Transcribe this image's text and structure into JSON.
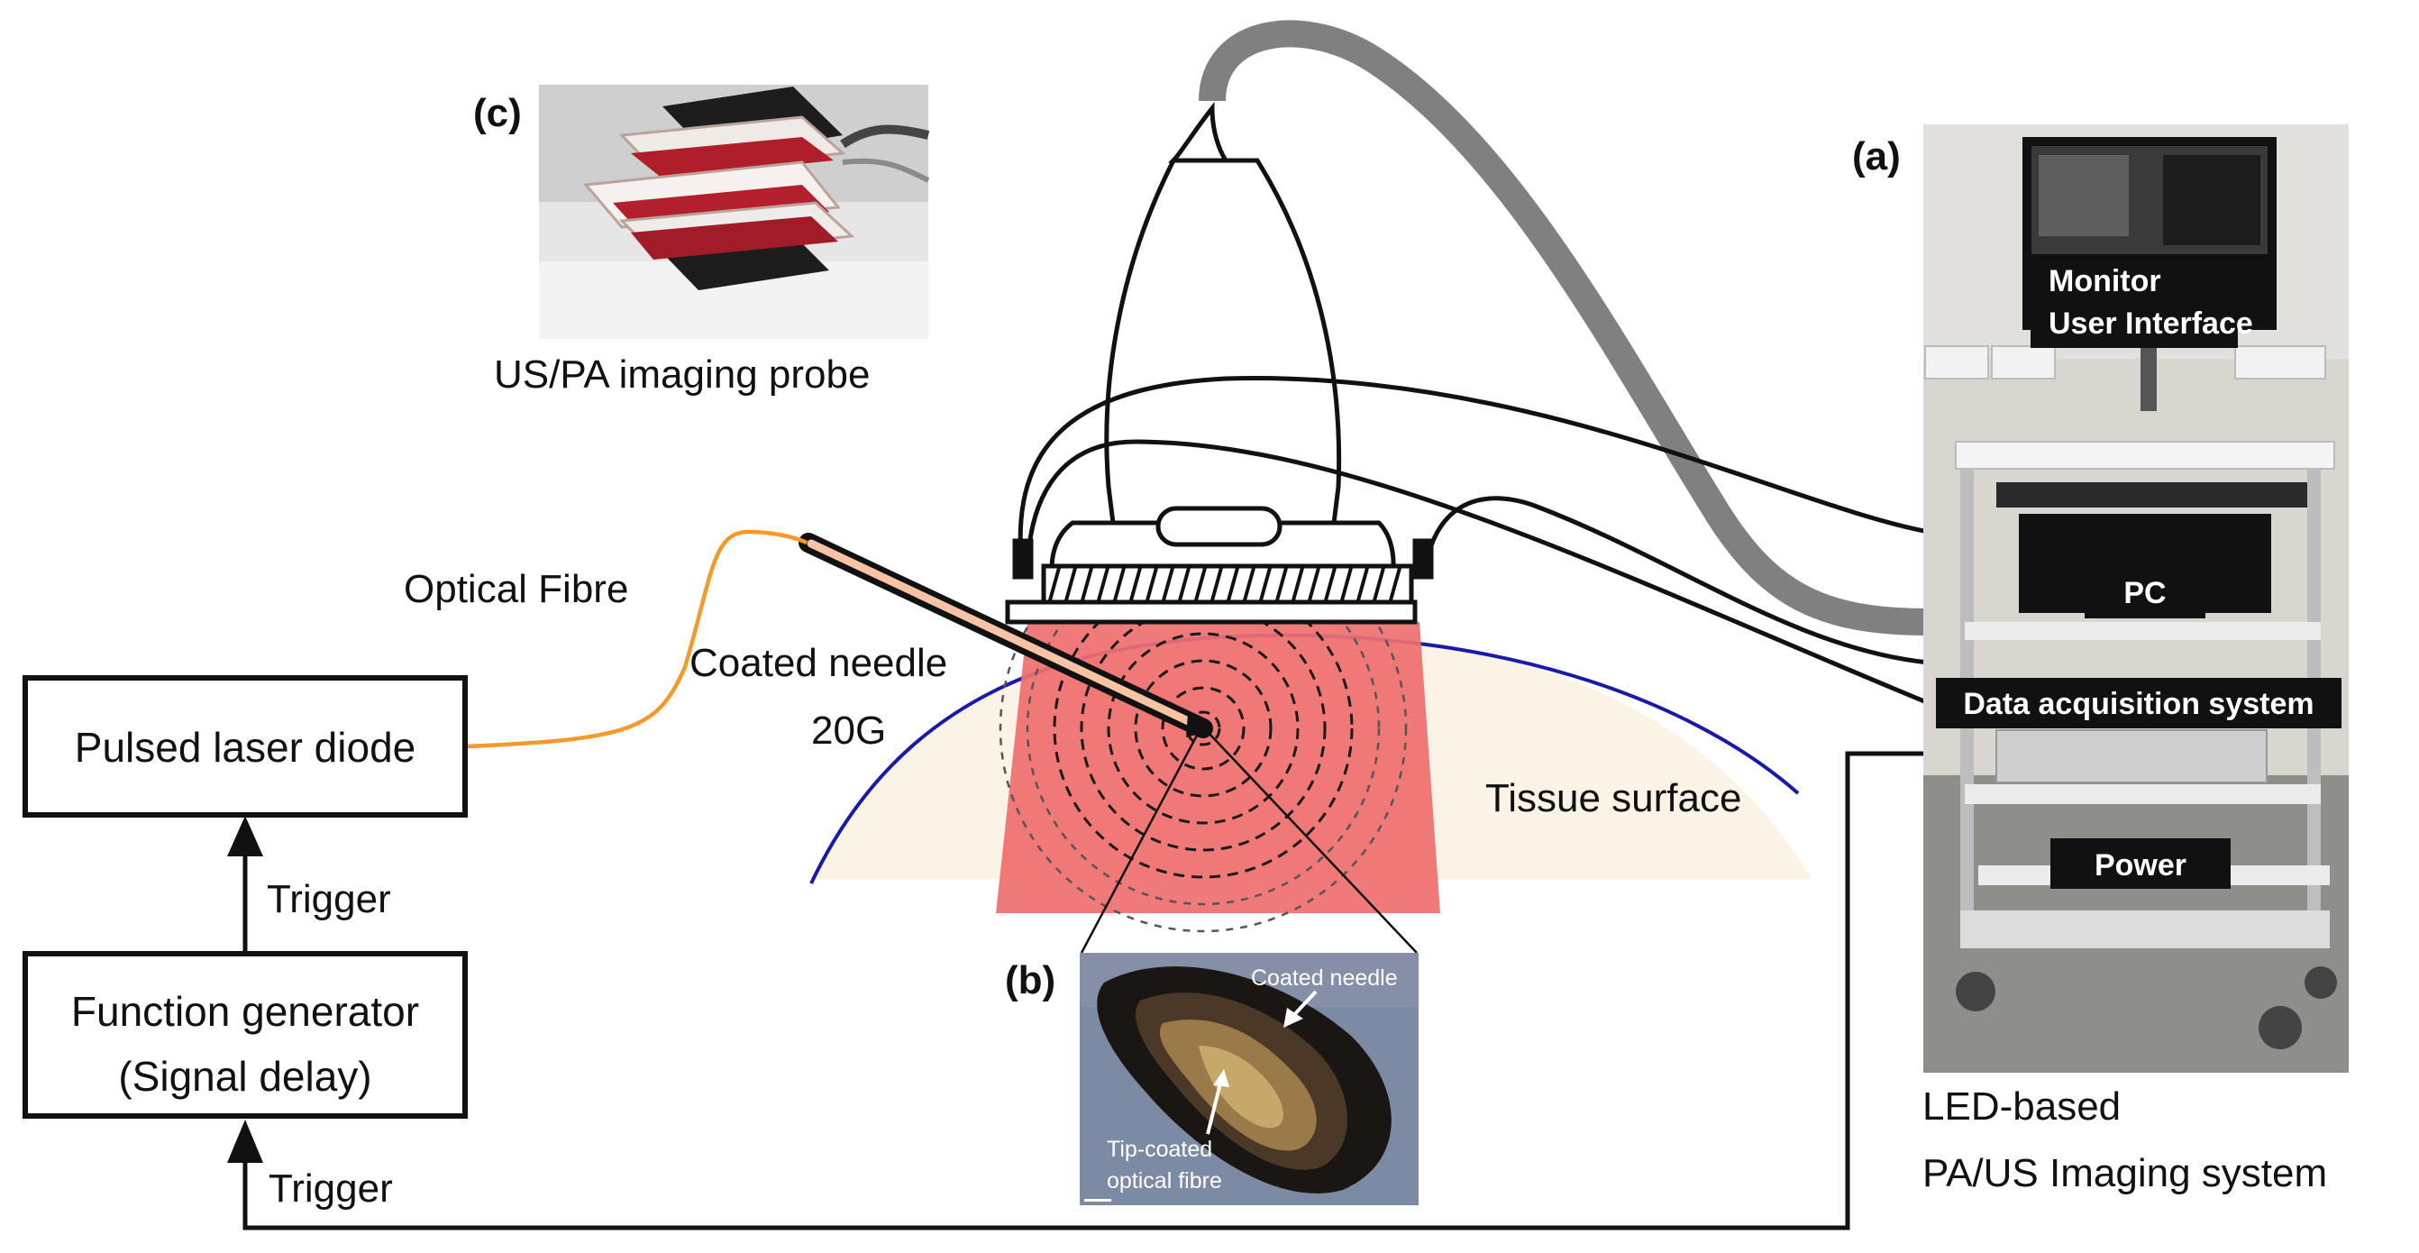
{
  "labels": {
    "pulsed_laser_diode": "Pulsed laser diode",
    "function_generator_line1": "Function generator",
    "function_generator_line2": "(Signal delay)",
    "trigger_upper": "Trigger",
    "trigger_lower": "Trigger",
    "optical_fibre": "Optical Fibre",
    "coated_needle_line1": "Coated needle",
    "coated_needle_line2": "20G",
    "tissue_surface": "Tissue surface",
    "probe_caption": "US/PA imaging probe",
    "system_caption_line1": "LED-based",
    "system_caption_line2": "PA/US Imaging system"
  },
  "panels": {
    "a": "(a)",
    "b": "(b)",
    "c": "(c)"
  },
  "system_components": {
    "monitor_line1": "Monitor",
    "monitor_line2": "User Interface",
    "pc": "PC",
    "daq": "Data acquisition system",
    "power": "Power"
  },
  "inset_b": {
    "coated_needle": "Coated needle",
    "tip_line1": "Tip-coated",
    "tip_line2": "optical fibre"
  },
  "colors": {
    "fibre": "#f39a2a",
    "tissue_line": "#1a1aa8",
    "tissue_fill": "#fbf3e6",
    "red_region": "#ef6f6f",
    "cable_gray": "#808080",
    "needle_fill": "#f6c3a4"
  }
}
